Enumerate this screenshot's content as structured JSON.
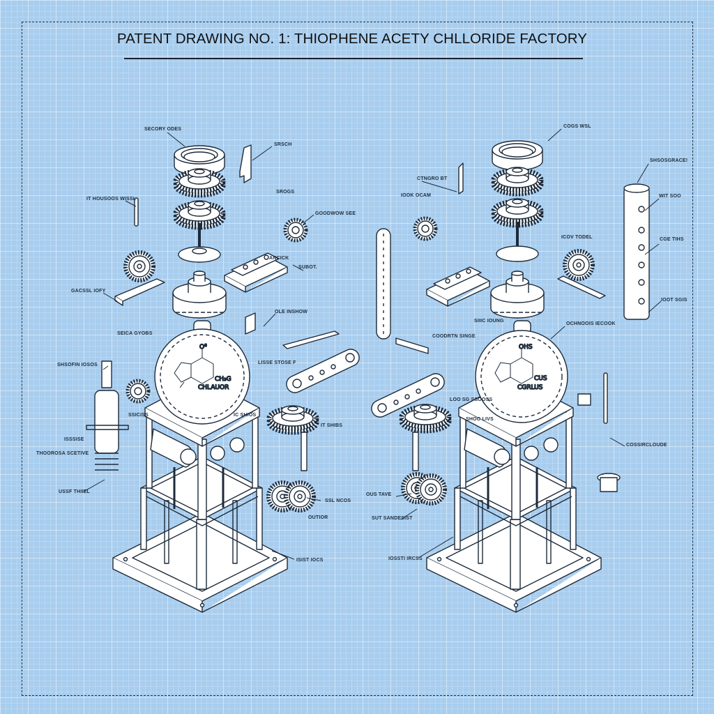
{
  "title": "PATENT DRAWING NO. 1: THIOPHENE ACETY  CHLLORIDE FACTORY",
  "colors": {
    "background": "#a8cdee",
    "line": "#1c2a3a",
    "part_fill": "#ffffff"
  },
  "left_assembly": {
    "labels": [
      "SECORY ODES",
      "SRSCH",
      "IT HOUSOOS WISSL",
      "SROGS",
      "GOODWOW SEE",
      "ANCICK",
      "SUBOT.",
      "GACSSL IOFY",
      "OLE INSHOW",
      "SEICA GYOBS",
      "SHSOFIN IOSOS",
      "LISSE STOSE F",
      "SSICISS",
      "ISSSISE",
      "THOOROSA SCETIVE",
      "IT SHIBS",
      "USSF THIIEL",
      "SSL NCOS",
      "OUTIOR",
      "ISIST IOCS",
      "IC SHIOS"
    ],
    "molecule": {
      "top": "O⁸",
      "right": "CH₃G",
      "bottom": "CHLAUOR"
    }
  },
  "right_assembly": {
    "labels": [
      "COGS WSL",
      "SHSOSGRACE!",
      "CTNGRO BT",
      "IOOK OCAM",
      "WIT SOO",
      "ICOV TODEL",
      "CGE TIHS",
      "IOOT SGIS",
      "SIIIC IOUNG",
      "OCHNOOIS IECOOK",
      "COODRTN SINGE",
      "LOO SG SSOOSS",
      "SHOO LIVS",
      "COSSIRCLOUDE",
      "OUS TAVE",
      "SUT SANDESIST",
      "IOSSTI IRCSS"
    ],
    "molecule": {
      "top": "OHS",
      "right": "CUS",
      "bottom": "CGRLUS"
    }
  }
}
